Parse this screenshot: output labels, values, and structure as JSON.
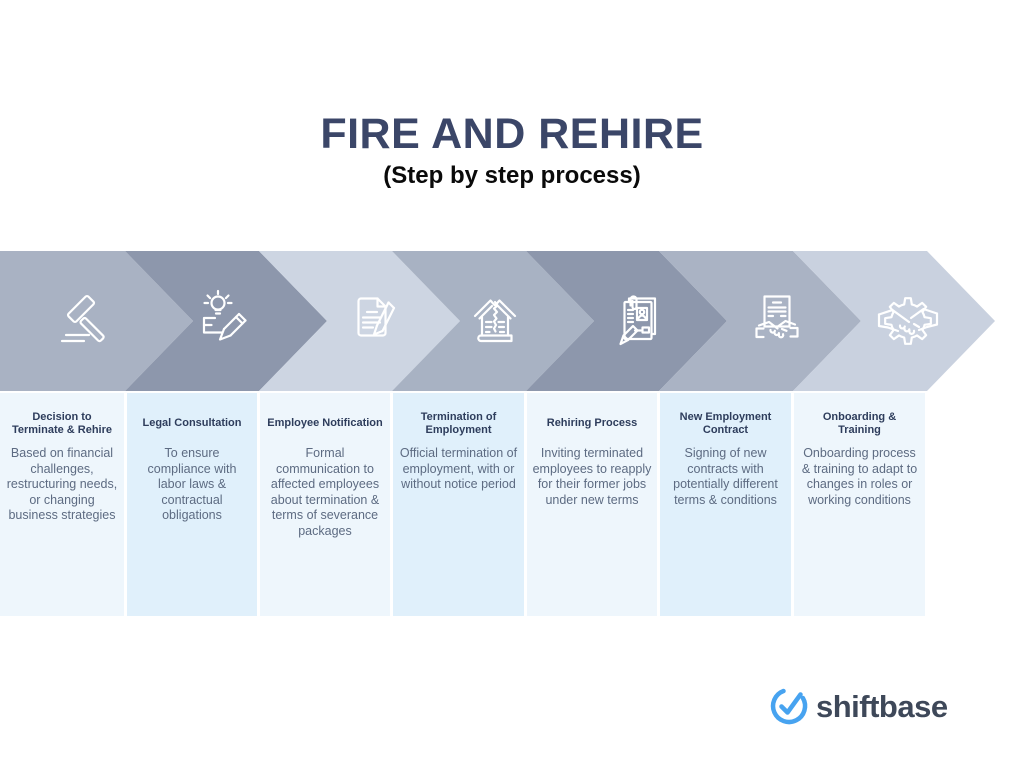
{
  "header": {
    "title": "FIRE AND REHIRE",
    "subtitle": "(Step by step process)"
  },
  "steps": [
    {
      "title": "Decision to Terminate & Rehire",
      "description": "Based on financial challenges, restructuring needs, or changing business strategies",
      "icon": "gavel-icon",
      "chevron_color": "#a9b2c3",
      "panel_color": "#eef6fc"
    },
    {
      "title": "Legal Consultation",
      "description": "To ensure compliance with labor laws & contractual obligations",
      "icon": "idea-pencil-icon",
      "chevron_color": "#8d97ac",
      "panel_color": "#e0f0fb"
    },
    {
      "title": "Employee Notification",
      "description": "Formal communication to affected employees about termination & terms of severance packages",
      "icon": "document-pen-icon",
      "chevron_color": "#cdd5e2",
      "panel_color": "#eef6fc"
    },
    {
      "title": "Termination of Employment",
      "description": "Official termination of employment, with or without notice period",
      "icon": "torn-contract-icon",
      "chevron_color": "#a8b2c3",
      "panel_color": "#e0f0fb"
    },
    {
      "title": "Rehiring Process",
      "description": "Inviting terminated employees to reapply for their former jobs under new terms",
      "icon": "resume-icon",
      "chevron_color": "#8d97ac",
      "panel_color": "#eef6fc"
    },
    {
      "title": "New Employment Contract",
      "description": "Signing of new contracts with potentially different terms & conditions",
      "icon": "contract-handshake-icon",
      "chevron_color": "#aab3c4",
      "panel_color": "#e0f0fb"
    },
    {
      "title": "Onboarding & Training",
      "description": "Onboarding process & training to adapt to changes in roles or working conditions",
      "icon": "gear-handshake-icon",
      "chevron_color": "#c9d1df",
      "panel_color": "#eef6fc"
    }
  ],
  "logo": {
    "text": "shiftbase",
    "icon": "check-circle-icon",
    "icon_color": "#47a3f0",
    "text_color": "#3e4859"
  },
  "colors": {
    "title": "#3b4668",
    "subtitle": "#0a0a0a",
    "step_title": "#2e3d5c",
    "step_body": "#5d6b82"
  }
}
